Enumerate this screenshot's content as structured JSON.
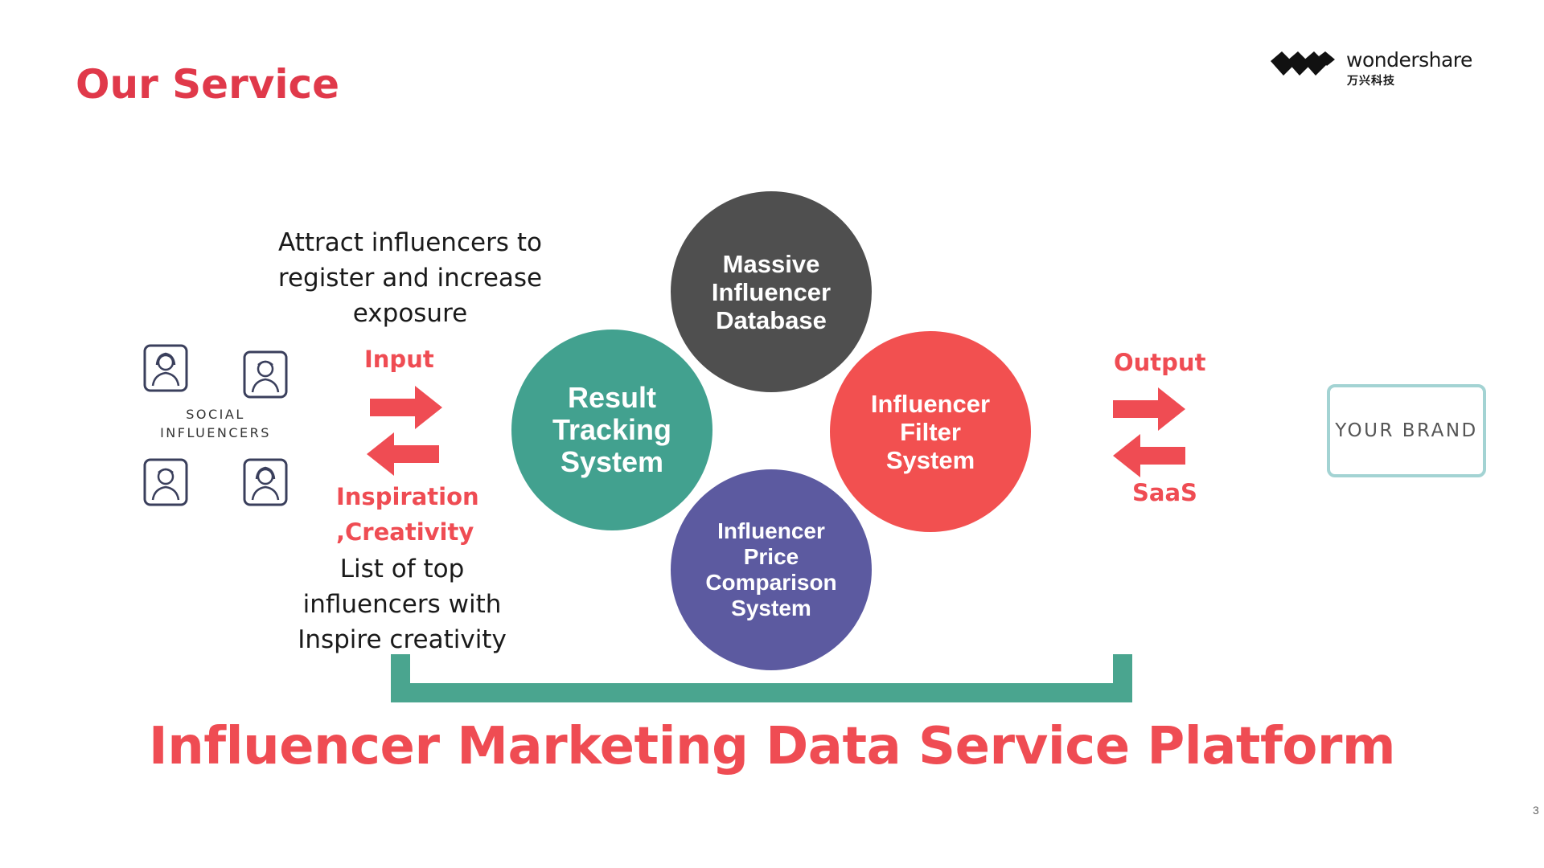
{
  "slide": {
    "title": "Our Service",
    "page_number": "3"
  },
  "logo": {
    "wordmark": "wondershare",
    "chinese": "万兴科技"
  },
  "left": {
    "attract_text_line1": "Attract influencers to",
    "attract_text_line2": "register and increase",
    "attract_text_line3": "exposure",
    "input_label": "Input",
    "inspiration_line1": "Inspiration",
    "inspiration_line2": ",Creativity",
    "list_line1": "List of top",
    "list_line2": "influencers with",
    "list_line3": "Inspire creativity",
    "social_line1": "SOCIAL",
    "social_line2": "INFLUENCERS"
  },
  "circles": {
    "database": "Massive\nInfluencer\nDatabase",
    "tracking": "Result\nTracking\nSystem",
    "filter": "Influencer\nFilter\nSystem",
    "price": "Influencer\nPrice\nComparison\nSystem"
  },
  "right": {
    "output_label": "Output",
    "saas_label": "SaaS",
    "brand": "YOUR BRAND"
  },
  "footer": {
    "platform_title": "Influencer Marketing Data Service Platform"
  },
  "colors": {
    "accent_red": "#ef4c53",
    "teal": "#42a18f",
    "dark_gray": "#4f4f4f",
    "coral": "#f25050",
    "purple": "#5c5aa0",
    "bracket_teal": "#4aa58f"
  },
  "icons": [
    "person-female-icon",
    "person-male-icon",
    "person-male-icon",
    "person-female-icon"
  ]
}
